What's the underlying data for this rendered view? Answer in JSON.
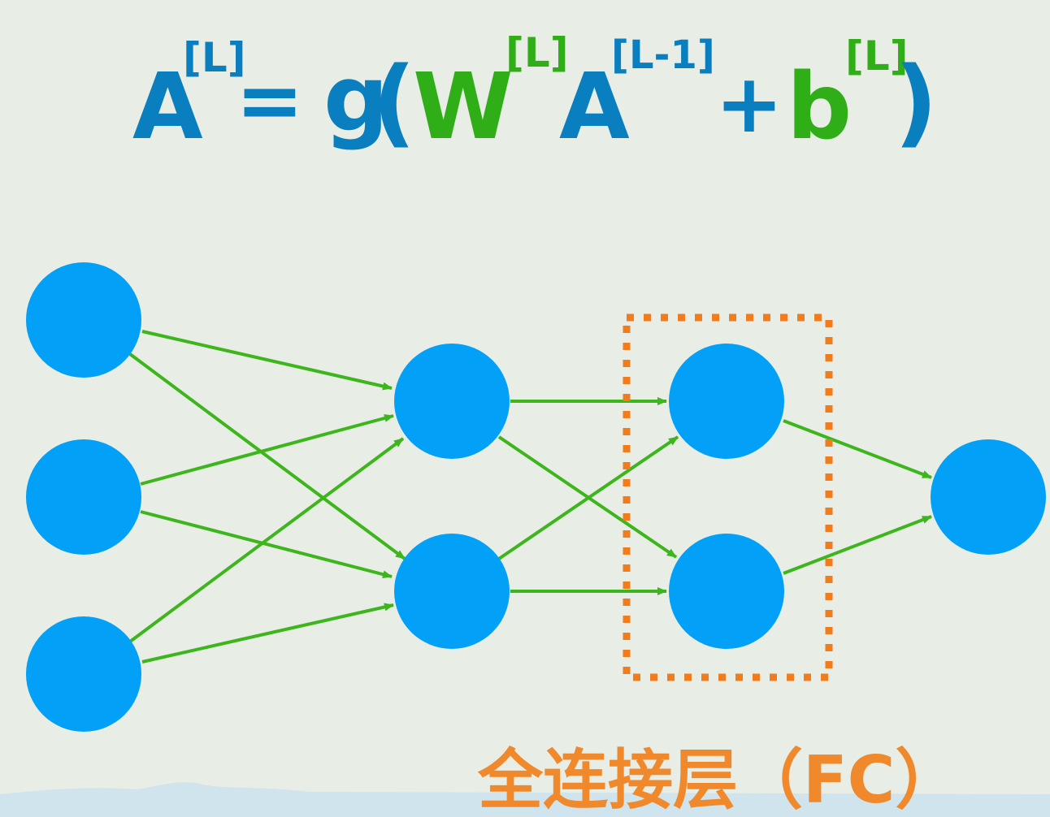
{
  "formula": {
    "lhs": "A",
    "lhs_sup": "[L]",
    "equals": "=",
    "func": "g",
    "open_paren": "(",
    "weight": "W",
    "weight_sup": "[L]",
    "input": "A",
    "input_sup": "[L-1]",
    "plus": "+",
    "bias": "b",
    "bias_sup": "[L]",
    "close_paren": ")"
  },
  "caption": {
    "text": "全连接层（FC）"
  },
  "network": {
    "layers": [
      3,
      2,
      2,
      1
    ],
    "highlighted_layer": 2
  },
  "colors": {
    "background": "#e8ede5",
    "formula_blue": "#0a7fbf",
    "formula_green": "#2fae18",
    "node": "#03a0f7",
    "edge": "#3db51c",
    "highlight": "#f07c1e",
    "caption": "#f0892b",
    "bottom_strip": "#cfe4ec"
  }
}
